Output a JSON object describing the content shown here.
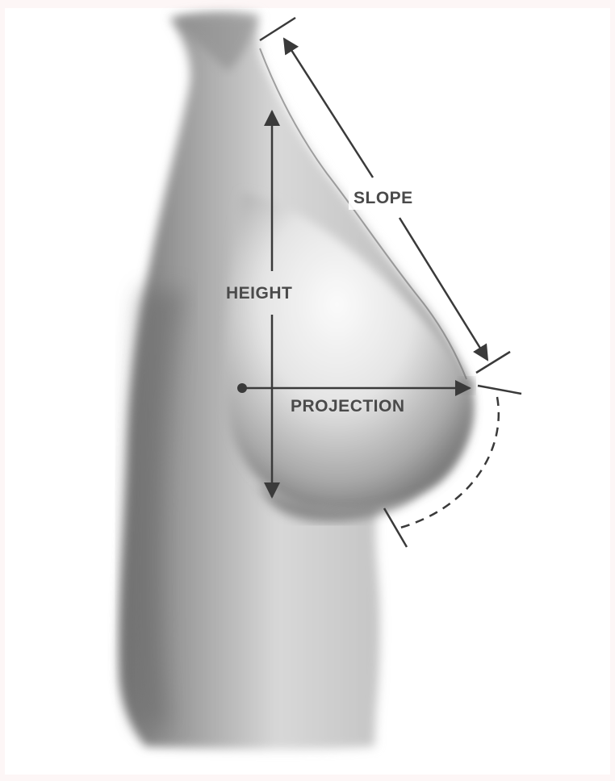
{
  "diagram": {
    "labels": {
      "slope": "SLOPE",
      "height": "HEIGHT",
      "projection": "PROJECTION"
    },
    "colors": {
      "background": "#fdf6f6",
      "panel": "#ffffff",
      "ink": "#3a3a3a",
      "label_ink": "#4a4a4a",
      "skin_light": "#f4f4f4",
      "skin_mid": "#bdbdbd",
      "skin_dark": "#6f6f6f"
    }
  }
}
